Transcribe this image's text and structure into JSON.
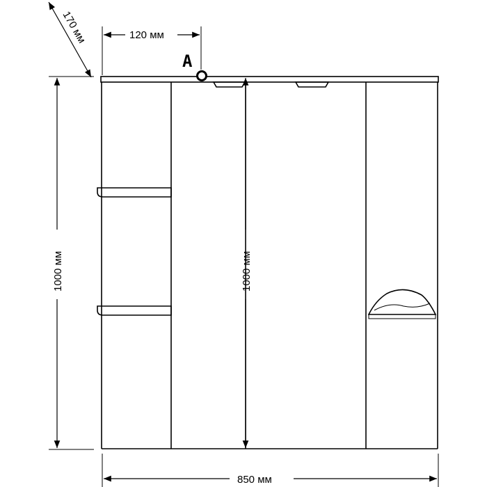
{
  "drawing": {
    "dimensions": {
      "depth_label": "170 мм",
      "offset_label": "120 мм",
      "height_left_label": "1000 мм",
      "height_center_label": "1000 мм",
      "width_label": "850 мм"
    },
    "point_label": "A"
  }
}
